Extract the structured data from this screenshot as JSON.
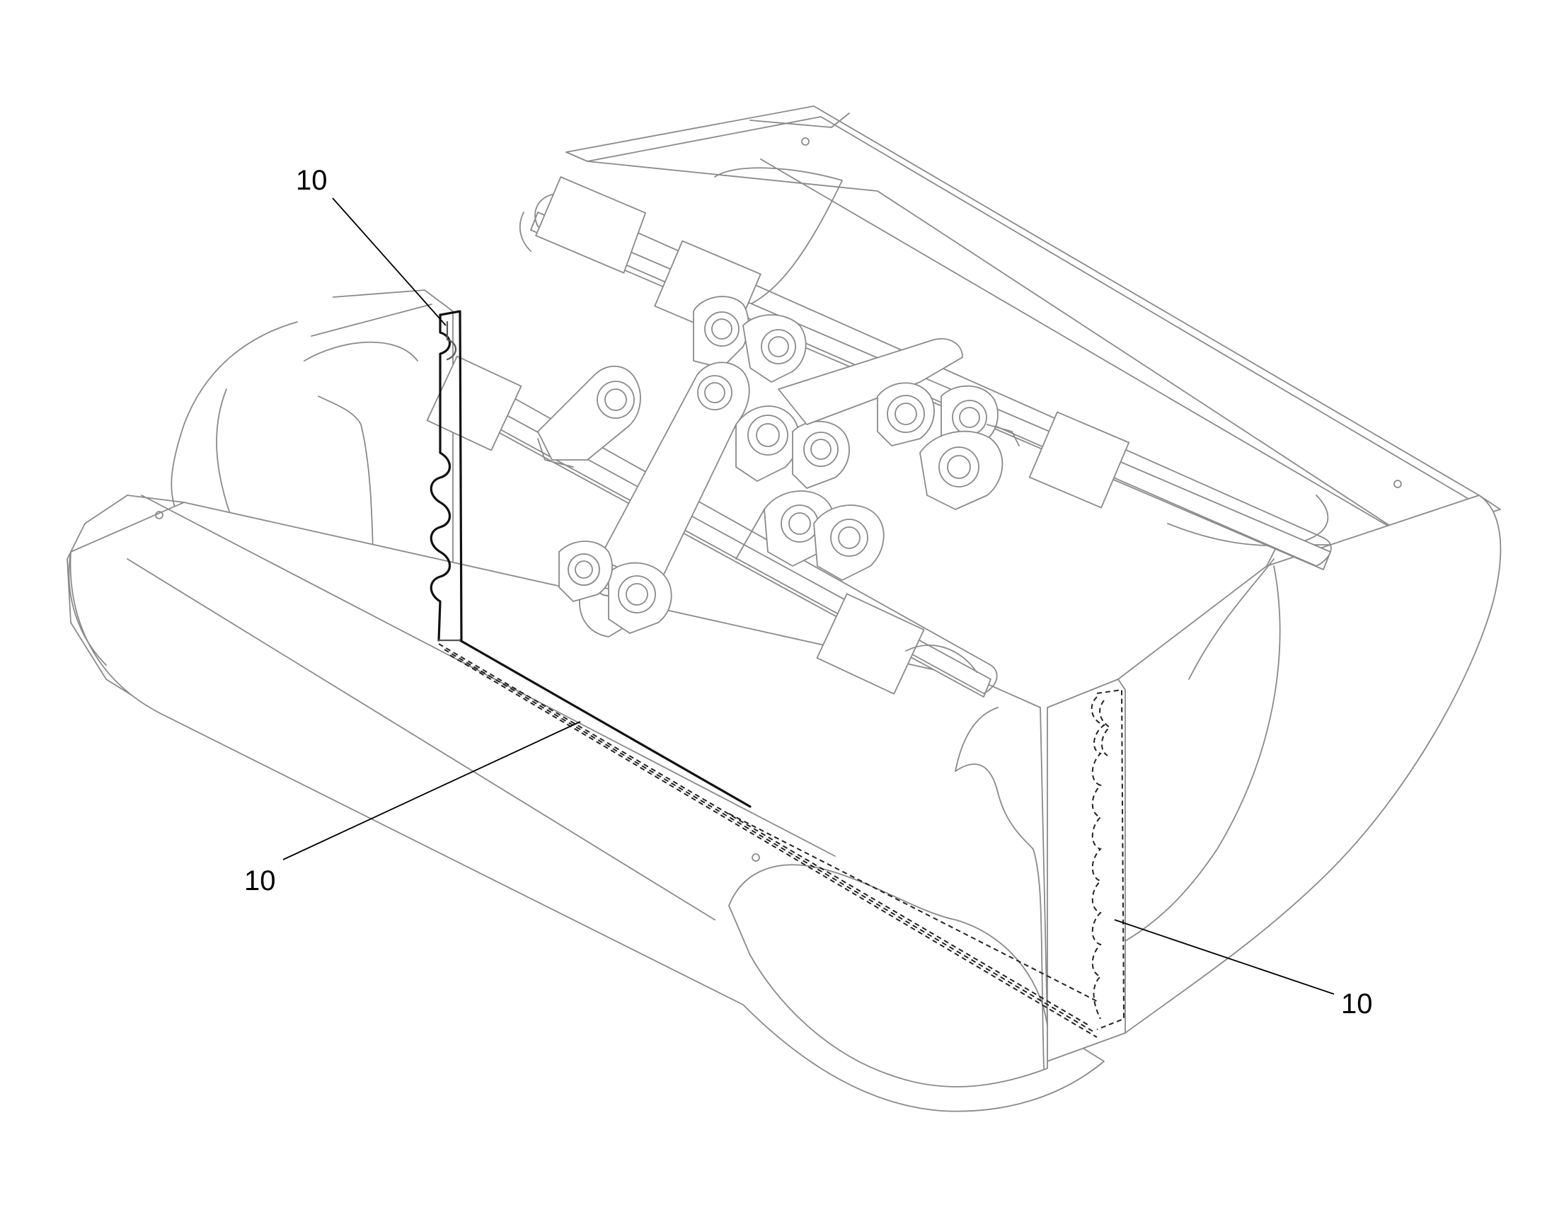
{
  "figure": {
    "reference_numerals": [
      {
        "id": "upper-left",
        "text": "10"
      },
      {
        "id": "lower-left",
        "text": "10"
      },
      {
        "id": "lower-right",
        "text": "10"
      }
    ],
    "colors": {
      "line": "#8a8a8a",
      "edge_dark": "#111111",
      "background": "#ffffff"
    }
  }
}
